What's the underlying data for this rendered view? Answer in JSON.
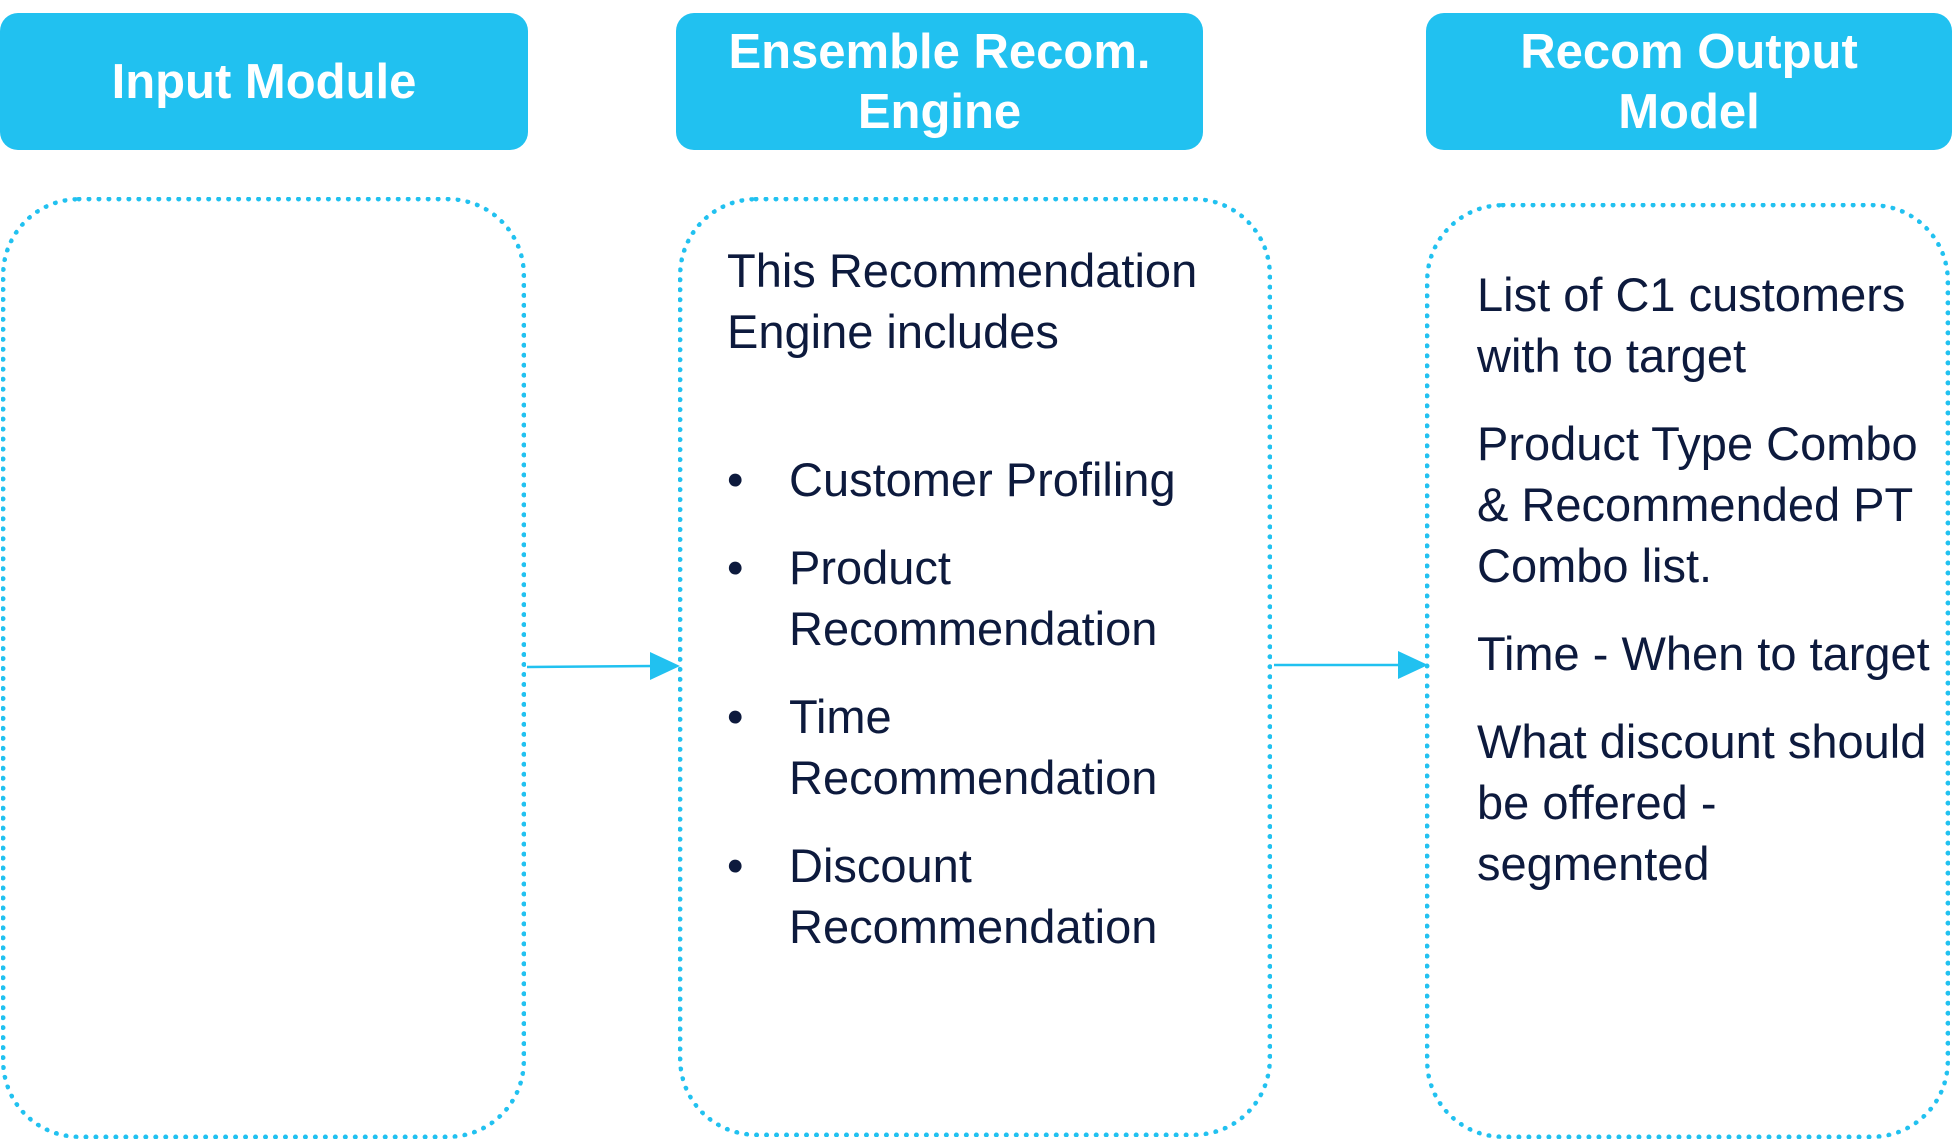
{
  "columns": [
    {
      "header": "Input Module",
      "body_intro": "",
      "items": []
    },
    {
      "header": "Ensemble Recom. Engine",
      "body_intro": "This Recommendation Engine includes",
      "items": [
        "Customer Profiling",
        "Product Recommendation",
        "Time Recommendation",
        "Discount Recommendation"
      ]
    },
    {
      "header": "Recom Output Model",
      "body_intro": "",
      "items": [
        "List of C1 customers with to target",
        "Product Type Combo & Recommended PT Combo list.",
        "Time - When to target",
        "What discount should be offered - segmented"
      ]
    }
  ],
  "bullet_symbol": "•",
  "colors": {
    "header_fill": "#21c1f0",
    "header_text": "#ffffff",
    "panel_border": "#21c1f0",
    "body_text": "#0d1a3d",
    "arrow": "#21c1f0"
  }
}
